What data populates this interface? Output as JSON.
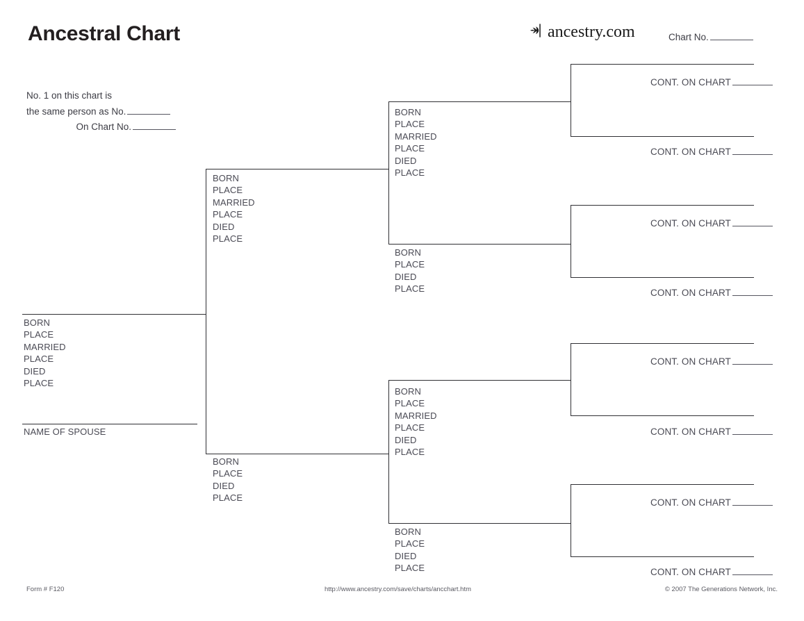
{
  "header": {
    "title": "Ancestral Chart",
    "logo_text": "ancestry.com",
    "logo_icon": "ancestry-leaf-icon",
    "chart_no_label": "Chart No.",
    "same_person_line1": "No. 1 on this chart is",
    "same_person_line2": "the same person as No.",
    "on_chart_no_label": "On Chart No."
  },
  "labels": {
    "born": "BORN",
    "place": "PLACE",
    "married": "MARRIED",
    "died": "DIED",
    "name_of_spouse": "NAME OF SPOUSE",
    "cont_on_chart": "CONT. ON CHART"
  },
  "persons": {
    "p1": {
      "name_value": "",
      "fields": [
        "BORN",
        "PLACE",
        "MARRIED",
        "PLACE",
        "DIED",
        "PLACE"
      ],
      "spouse_caption": "NAME OF SPOUSE"
    },
    "p2_father": {
      "name_value": "",
      "fields": [
        "BORN",
        "PLACE",
        "MARRIED",
        "PLACE",
        "DIED",
        "PLACE"
      ]
    },
    "p3_mother": {
      "name_value": "",
      "fields": [
        "BORN",
        "PLACE",
        "DIED",
        "PLACE"
      ]
    },
    "p4": {
      "name_value": "",
      "fields": [
        "BORN",
        "PLACE",
        "MARRIED",
        "PLACE",
        "DIED",
        "PLACE"
      ]
    },
    "p5": {
      "name_value": "",
      "fields": [
        "BORN",
        "PLACE",
        "DIED",
        "PLACE"
      ]
    },
    "p6": {
      "name_value": "",
      "fields": [
        "BORN",
        "PLACE",
        "MARRIED",
        "PLACE",
        "DIED",
        "PLACE"
      ]
    },
    "p7": {
      "name_value": "",
      "fields": [
        "BORN",
        "PLACE",
        "DIED",
        "PLACE"
      ]
    },
    "p8": {
      "name_value": "",
      "cont_label": "CONT. ON CHART"
    },
    "p9": {
      "name_value": "",
      "cont_label": "CONT. ON CHART"
    },
    "p10": {
      "name_value": "",
      "cont_label": "CONT. ON CHART"
    },
    "p11": {
      "name_value": "",
      "cont_label": "CONT. ON CHART"
    },
    "p12": {
      "name_value": "",
      "cont_label": "CONT. ON CHART"
    },
    "p13": {
      "name_value": "",
      "cont_label": "CONT. ON CHART"
    },
    "p14": {
      "name_value": "",
      "cont_label": "CONT. ON CHART"
    },
    "p15": {
      "name_value": "",
      "cont_label": "CONT. ON CHART"
    }
  },
  "footer": {
    "form_number": "Form # F120",
    "url": "http://www.ancestry.com/save/charts/ancchart.htm",
    "copyright": "© 2007 The Generations Network, Inc."
  },
  "colors": {
    "ink": "#2f2f33",
    "text": "#4a4a54",
    "title": "#231f20",
    "background": "#ffffff"
  }
}
